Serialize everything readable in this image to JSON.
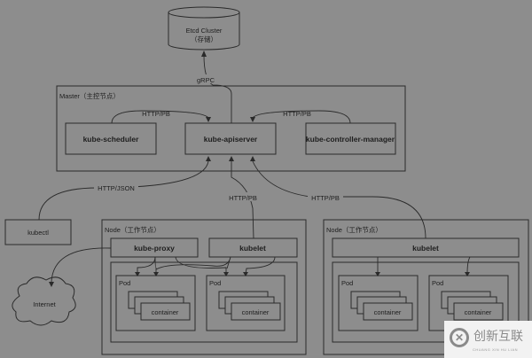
{
  "etcd": {
    "title": "Etcd Cluster",
    "subtitle": "（存储）"
  },
  "edges": {
    "grpc": "gRPC",
    "sched_http": "HTTP/PB",
    "ctrl_http": "HTTP/PB",
    "kubectl_http": "HTTP/JSON",
    "node1_http": "HTTP/PB",
    "node2_http": "HTTP/PB"
  },
  "master": {
    "label": "Master（主控节点）",
    "scheduler": "kube-scheduler",
    "apiserver": "kube-apiserver",
    "controller": "kube-controller-manager"
  },
  "kubectl": "kubectl",
  "internet": "Internet",
  "nodes": [
    {
      "label": "Node（工作节点）",
      "proxy": "kube-proxy",
      "kubelet": "kubelet",
      "pods": [
        {
          "label": "Pod",
          "container": "container"
        },
        {
          "label": "Pod",
          "container": "container"
        }
      ]
    },
    {
      "label": "Node（工作节点）",
      "kubelet": "kubelet",
      "pods": [
        {
          "label": "Pod",
          "container": "container"
        },
        {
          "label": "Pod",
          "container": "container"
        }
      ]
    }
  ],
  "watermark": {
    "text": "创新互联",
    "sub": "CHUANG XIN HU LIAN"
  }
}
